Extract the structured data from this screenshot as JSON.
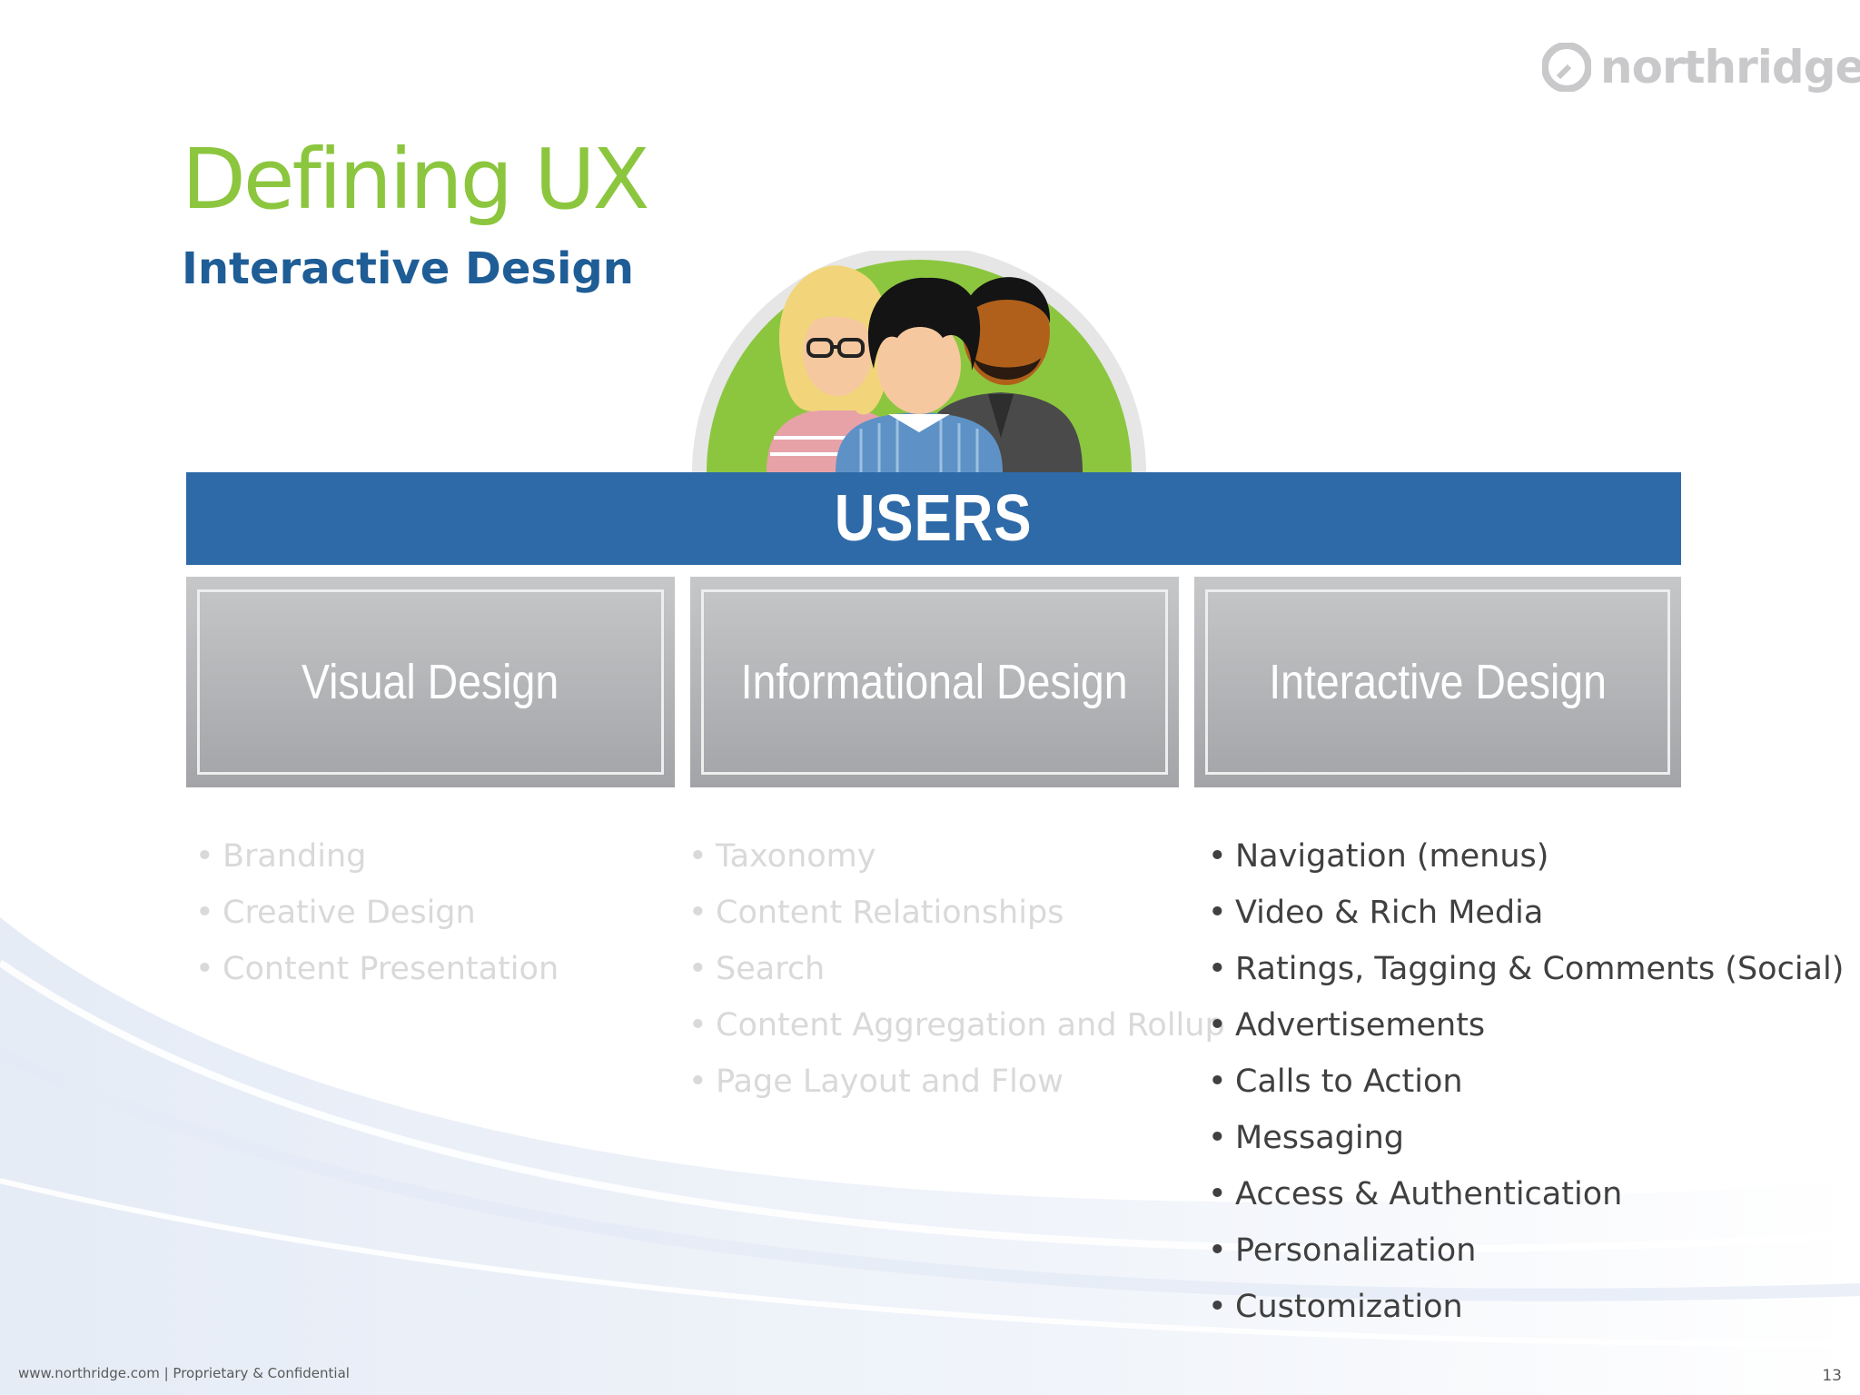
{
  "brand": {
    "logo_text": "northridge",
    "logo_color": "#c9c9cb"
  },
  "slide": {
    "title": "Defining UX",
    "subtitle": "Interactive Design",
    "users_label": "USERS",
    "columns": [
      {
        "heading": "Visual Design",
        "state": "faded",
        "items": [
          "Branding",
          "Creative Design",
          "Content Presentation"
        ]
      },
      {
        "heading": "Informational Design",
        "state": "faded",
        "items": [
          "Taxonomy",
          "Content Relationships",
          "Search",
          "Content Aggregation and Rollup",
          "Page Layout and Flow"
        ]
      },
      {
        "heading": "Interactive Design",
        "state": "active",
        "items": [
          "Navigation (menus)",
          "Video & Rich Media",
          "Ratings, Tagging & Comments (Social)",
          "Advertisements",
          "Calls to Action",
          "Messaging",
          "Access & Authentication",
          "Personalization",
          "Customization"
        ]
      }
    ]
  },
  "footer": {
    "text": "www.northridge.com | Proprietary & Confidential",
    "page_number": "13"
  },
  "colors": {
    "title_green": "#8cc63f",
    "subtitle_blue": "#1f5d96",
    "users_bar": "#2e6aa8",
    "card_gray": "#a3a4a7"
  }
}
